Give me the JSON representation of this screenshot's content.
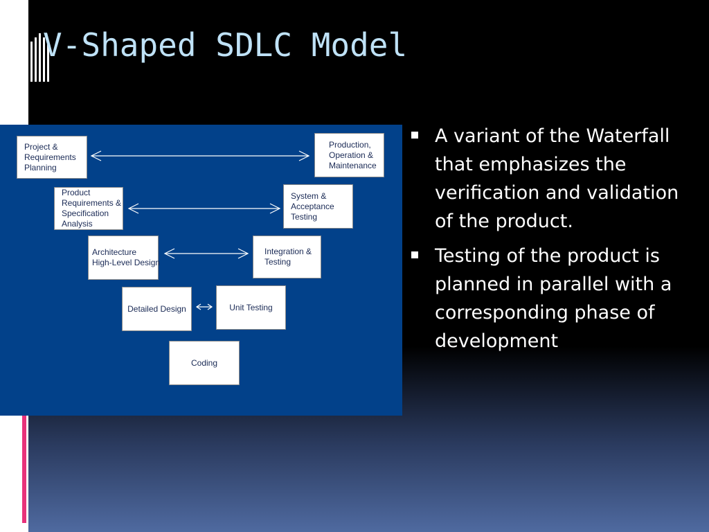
{
  "slide": {
    "title": "V-Shaped SDLC Model",
    "accent_color": "#e8327a",
    "title_color": "#bfe2f7",
    "background": "#000000"
  },
  "diagram": {
    "background": "#02418a",
    "left_phases": [
      {
        "lines": [
          "Project &",
          "Requirements",
          "Planning"
        ]
      },
      {
        "lines": [
          "Product",
          "Requirements &",
          "Specification",
          "Analysis"
        ]
      },
      {
        "lines": [
          "Architecture",
          "High-Level Design"
        ]
      },
      {
        "lines": [
          "Detailed Design"
        ]
      }
    ],
    "right_phases": [
      {
        "lines": [
          "Production,",
          "Operation &",
          "Maintenance"
        ]
      },
      {
        "lines": [
          "System &",
          "Acceptance",
          "Testing"
        ]
      },
      {
        "lines": [
          "Integration  &",
          "Testing"
        ]
      },
      {
        "lines": [
          "Unit Testing"
        ]
      }
    ],
    "bottom_phase": {
      "lines": [
        "Coding"
      ]
    }
  },
  "bullets": [
    {
      "text": "A variant of the Waterfall that emphasizes the verification and validation of the product."
    },
    {
      "text": "Testing of the product is planned in parallel with a corresponding phase of development"
    }
  ]
}
